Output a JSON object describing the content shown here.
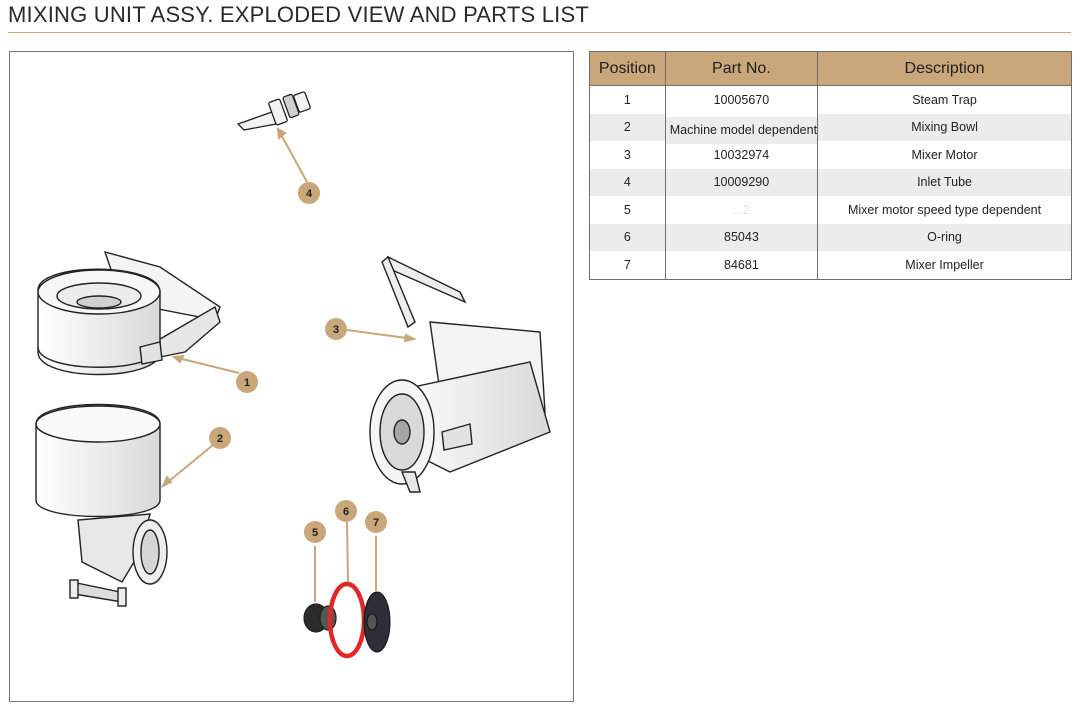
{
  "title": "MIXING UNIT ASSY. EXPLODED VIEW AND PARTS LIST",
  "colors": {
    "accent": "#c9a77a",
    "oring": "#e02828",
    "impeller": "#2e2e3a"
  },
  "callouts": [
    "1",
    "2",
    "3",
    "4",
    "5",
    "6",
    "7"
  ],
  "table": {
    "headers": {
      "position": "Position",
      "part_no": "Part No.",
      "description": "Description"
    },
    "rows": [
      {
        "position": "1",
        "part_no": "10005670",
        "description": "Steam Trap"
      },
      {
        "position": "2",
        "part_no": "Machine model dependent",
        "description": "Mixing Bowl"
      },
      {
        "position": "3",
        "part_no": "10032974",
        "description": "Mixer Motor"
      },
      {
        "position": "4",
        "part_no": "10009290",
        "description": "Inlet Tube"
      },
      {
        "position": "5",
        "part_no": "...2",
        "description": "Mixer motor speed type dependent"
      },
      {
        "position": "6",
        "part_no": "85043",
        "description": "O-ring"
      },
      {
        "position": "7",
        "part_no": "84681",
        "description": "Mixer Impeller"
      }
    ]
  }
}
